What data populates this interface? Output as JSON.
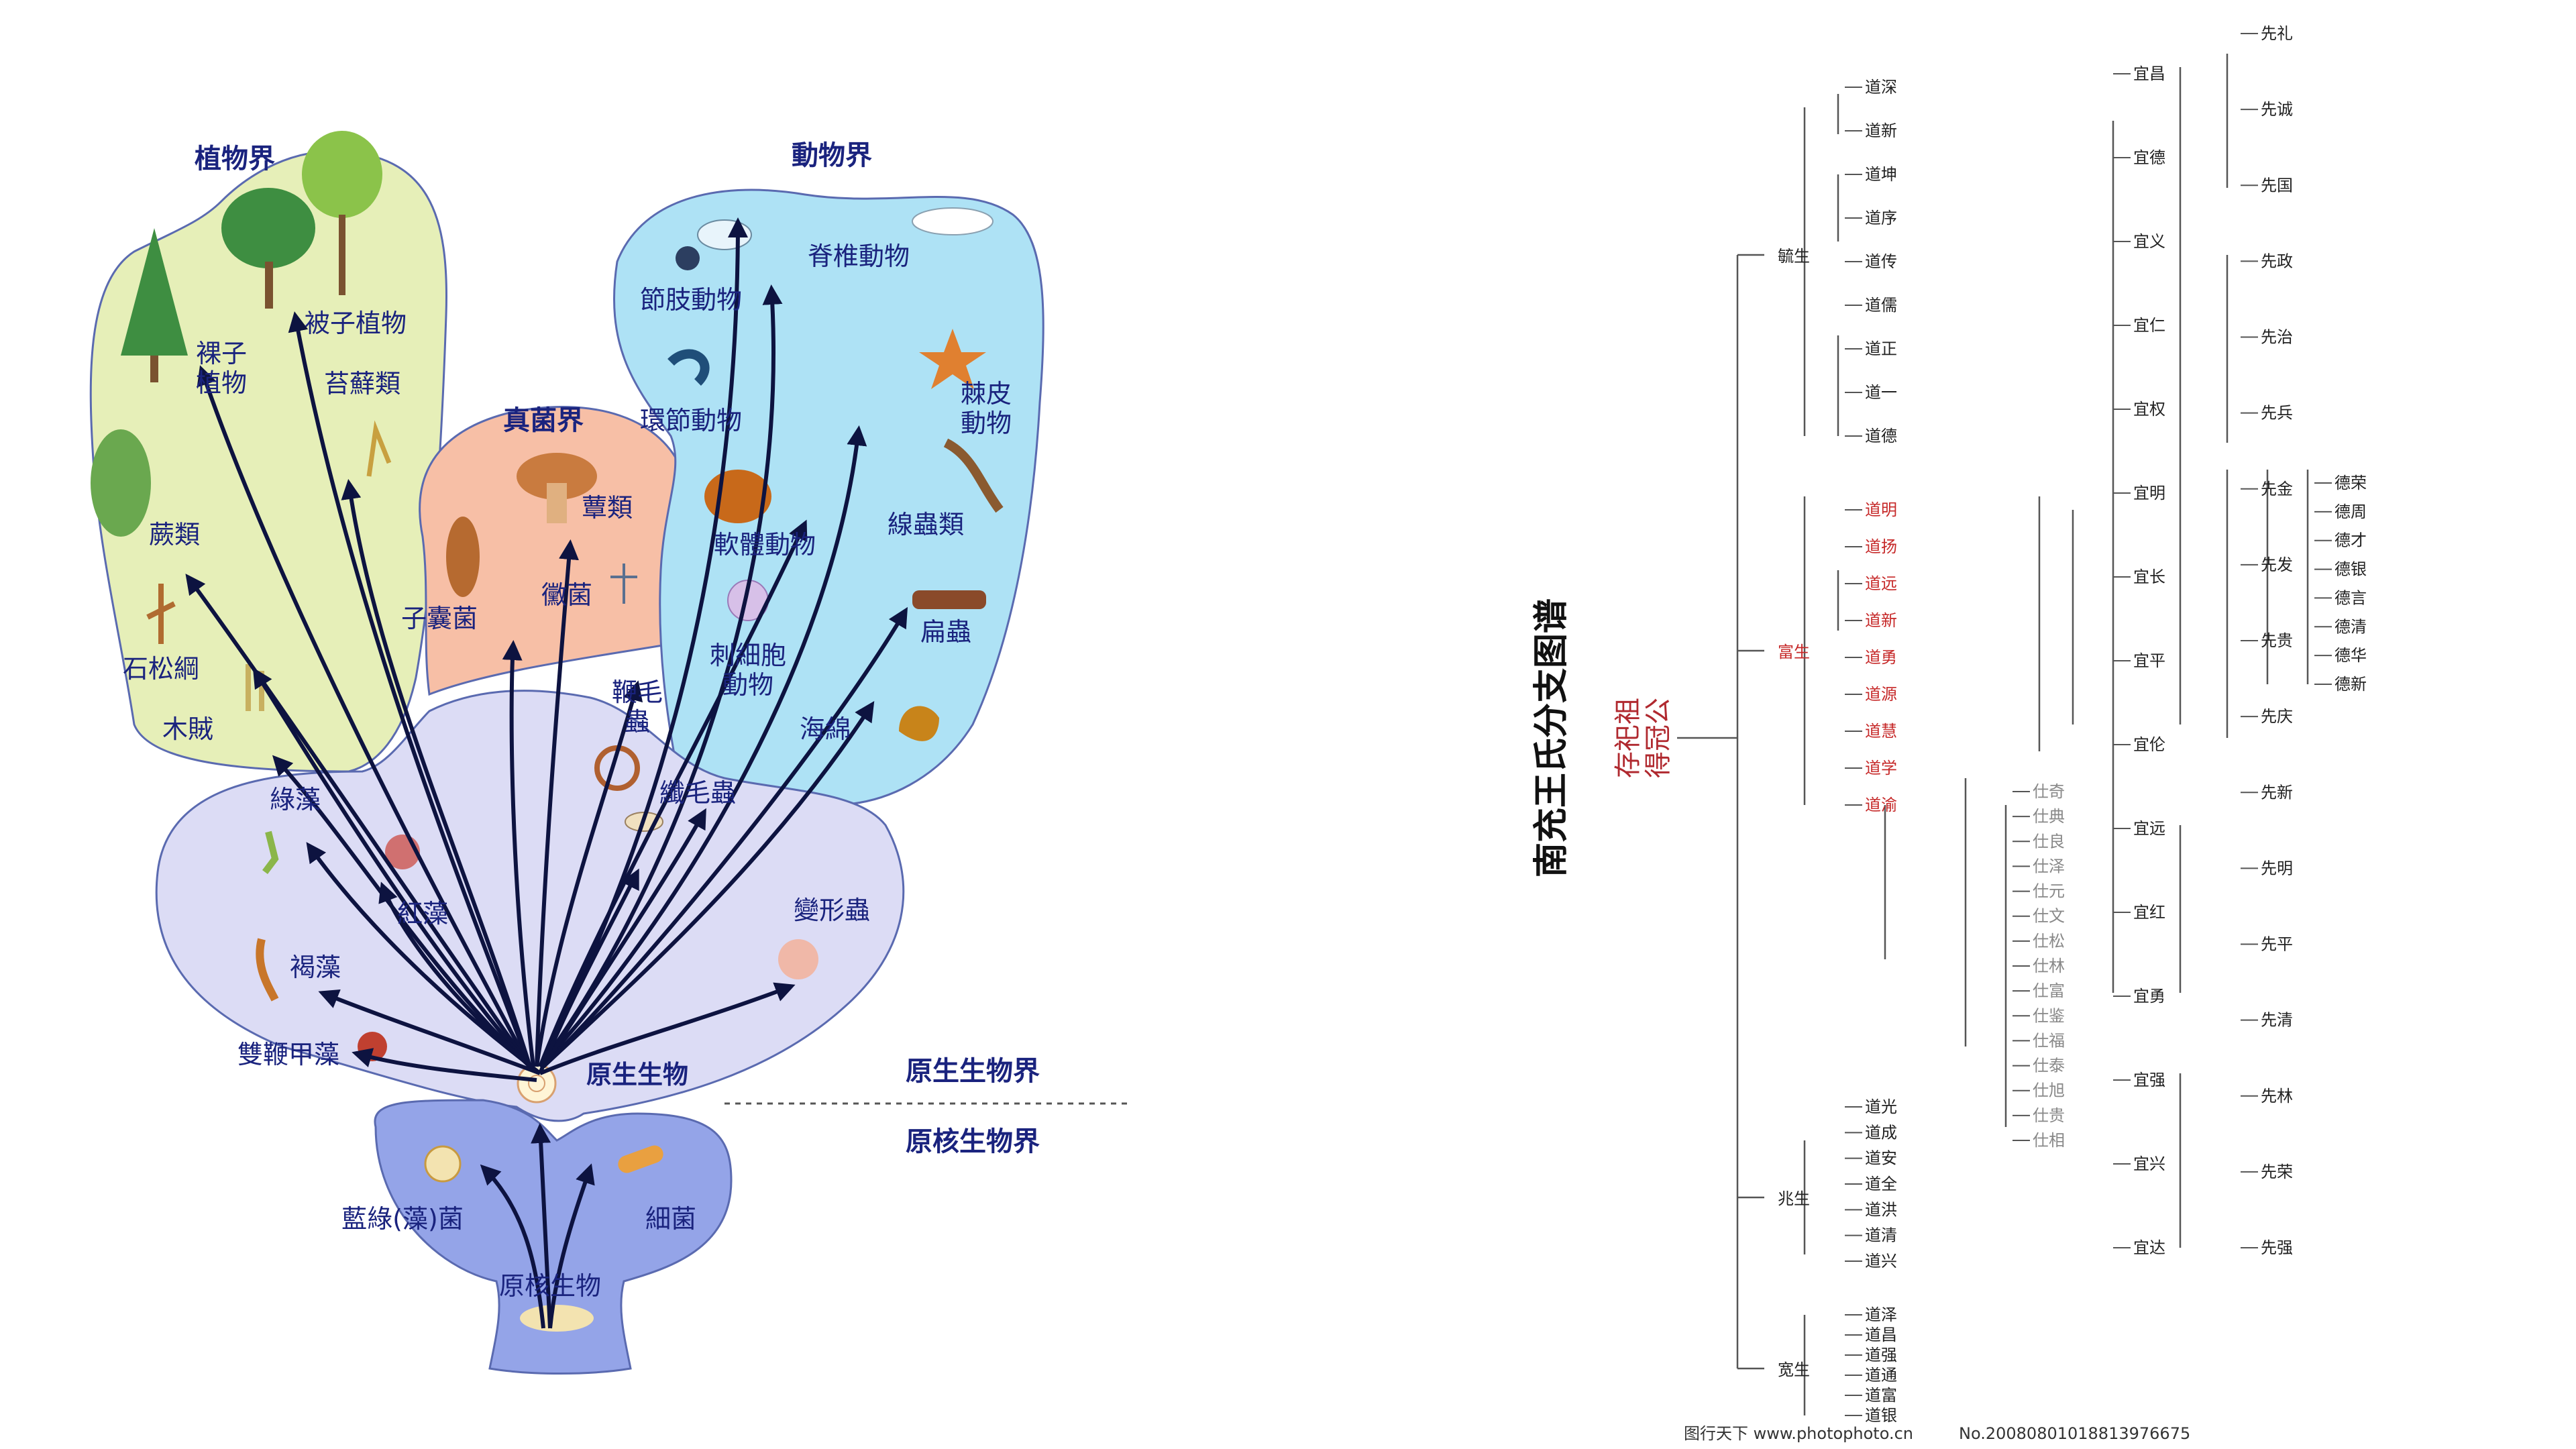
{
  "colors": {
    "plant": "#e6efb8",
    "fungi": "#f7bfa6",
    "animal": "#aee2f5",
    "protista": "#dcdcf5",
    "monera": "#94a4e8",
    "outline": "#5a6ab0",
    "arrow": "#0d1340",
    "text": "#1a237e",
    "tree_red": "#c62828"
  },
  "life_diagram": {
    "kingdoms": [
      {
        "id": "plant",
        "label": "植物界"
      },
      {
        "id": "fungi",
        "label": "真菌界"
      },
      {
        "id": "animal",
        "label": "動物界"
      }
    ],
    "divisions": {
      "protista": "原生生物界",
      "monera": "原核生物界"
    },
    "nodes": [
      {
        "id": "gymnosperm",
        "label": "裸子植物"
      },
      {
        "id": "angiosperm",
        "label": "被子植物"
      },
      {
        "id": "moss",
        "label": "苔蘚類"
      },
      {
        "id": "fern",
        "label": "蕨類"
      },
      {
        "id": "lycopod",
        "label": "石松綱"
      },
      {
        "id": "horsetail",
        "label": "木賊"
      },
      {
        "id": "ascomycete",
        "label": "子囊菌"
      },
      {
        "id": "mushroom",
        "label": "蕈類"
      },
      {
        "id": "zygomycete",
        "label": "黴菌"
      },
      {
        "id": "arthropod",
        "label": "節肢動物"
      },
      {
        "id": "vertebrate",
        "label": "脊椎動物"
      },
      {
        "id": "annelid",
        "label": "環節動物"
      },
      {
        "id": "echinoderm",
        "label": "棘皮動物"
      },
      {
        "id": "mollusc",
        "label": "軟體動物"
      },
      {
        "id": "roundworm",
        "label": "線蟲類"
      },
      {
        "id": "cnidarian",
        "label": "刺細胞動物"
      },
      {
        "id": "flatworm",
        "label": "扁蟲"
      },
      {
        "id": "sponge",
        "label": "海綿"
      },
      {
        "id": "flagellate",
        "label": "鞭毛蟲"
      },
      {
        "id": "ciliate",
        "label": "纖毛蟲"
      },
      {
        "id": "green-alga",
        "label": "綠藻"
      },
      {
        "id": "red-alga",
        "label": "紅藻"
      },
      {
        "id": "brown-alga",
        "label": "褐藻"
      },
      {
        "id": "amoeba",
        "label": "變形蟲"
      },
      {
        "id": "dinoflagellate",
        "label": "雙鞭甲藻"
      },
      {
        "id": "protist",
        "label": "原生生物"
      },
      {
        "id": "cyanobacteria",
        "label": "藍綠(藻)菌"
      },
      {
        "id": "bacteria",
        "label": "細菌"
      },
      {
        "id": "prokaryote",
        "label": "原核生物"
      }
    ]
  },
  "genealogy": {
    "title": "南充王氏分支图谱",
    "ancestor": "存祀祖",
    "ancestor_sub": "得冠公",
    "branches": [
      {
        "label": "毓生",
        "children": [
          "道深",
          "道新",
          "道坤",
          "道序",
          "道传",
          "道儒",
          "道正",
          "道一",
          "道德"
        ]
      },
      {
        "label": "富生",
        "children": [
          "道明",
          "道扬",
          "道远",
          "道新",
          "道勇",
          "道源",
          "道慧",
          "道学",
          "道渝"
        ]
      },
      {
        "label": "兆生",
        "children": [
          "道光",
          "道成",
          "道安",
          "道全",
          "道洪",
          "道清",
          "道兴"
        ]
      },
      {
        "label": "宽生",
        "children": [
          "道泽",
          "道昌",
          "道强",
          "道通",
          "道富",
          "道银"
        ]
      }
    ],
    "middle_labels": [
      "仕奇",
      "仕典",
      "仕良",
      "仕泽",
      "仕元",
      "仕文",
      "仕松",
      "仕林",
      "仕富",
      "仕鉴",
      "仕福",
      "仕泰",
      "仕旭",
      "仕贵",
      "仕相"
    ],
    "right_labels": [
      "宜昌",
      "宜德",
      "宜义",
      "宜仁",
      "宜权",
      "宜明",
      "宜长",
      "宜平",
      "宜伦",
      "宜远",
      "宜红",
      "宜勇",
      "宜强",
      "宜兴",
      "宜达"
    ],
    "far_labels": [
      "先礼",
      "先诚",
      "先国",
      "先政",
      "先治",
      "先兵",
      "先金",
      "先发",
      "先贵",
      "先庆",
      "先新",
      "先明",
      "先平",
      "先清",
      "先林",
      "先荣",
      "先强"
    ],
    "end_labels": [
      "德荣",
      "德周",
      "德才",
      "德银",
      "德言",
      "德清",
      "德华",
      "德新"
    ]
  },
  "footer": {
    "site": "图行天下 www.photophoto.cn",
    "number": "No.20080801018813976675"
  }
}
